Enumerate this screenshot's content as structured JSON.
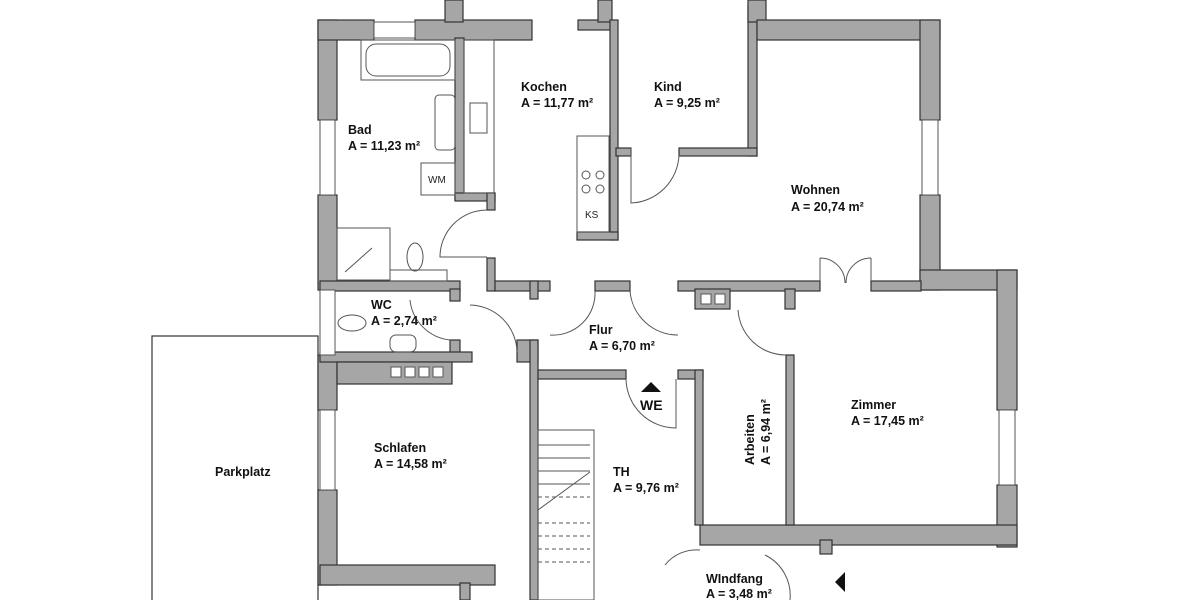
{
  "rooms": [
    {
      "name": "Bad",
      "area": "A = 11,23 m²"
    },
    {
      "name": "Kochen",
      "area": "A = 11,77 m²"
    },
    {
      "name": "Kind",
      "area": "A = 9,25 m²"
    },
    {
      "name": "Wohnen",
      "area": "A = 20,74 m²"
    },
    {
      "name": "WC",
      "area": "A = 2,74 m²"
    },
    {
      "name": "Flur",
      "area": "A = 6,70 m²"
    },
    {
      "name": "Zimmer",
      "area": "A = 17,45 m²"
    },
    {
      "name": "Arbeiten",
      "area": "A = 6,94 m²"
    },
    {
      "name": "Schlafen",
      "area": "A = 14,58 m²"
    },
    {
      "name": "TH",
      "area": "A = 9,76 m²"
    },
    {
      "name": "WIndfang",
      "area": "A = 3,48 m²"
    }
  ],
  "outside": {
    "parking": "Parkplatz"
  },
  "fixtures": {
    "washer": "WM",
    "fridge": "KS"
  },
  "entrance": {
    "label": "WE"
  },
  "colors": {
    "wall": "#a6a6a6",
    "outline": "#333333"
  }
}
